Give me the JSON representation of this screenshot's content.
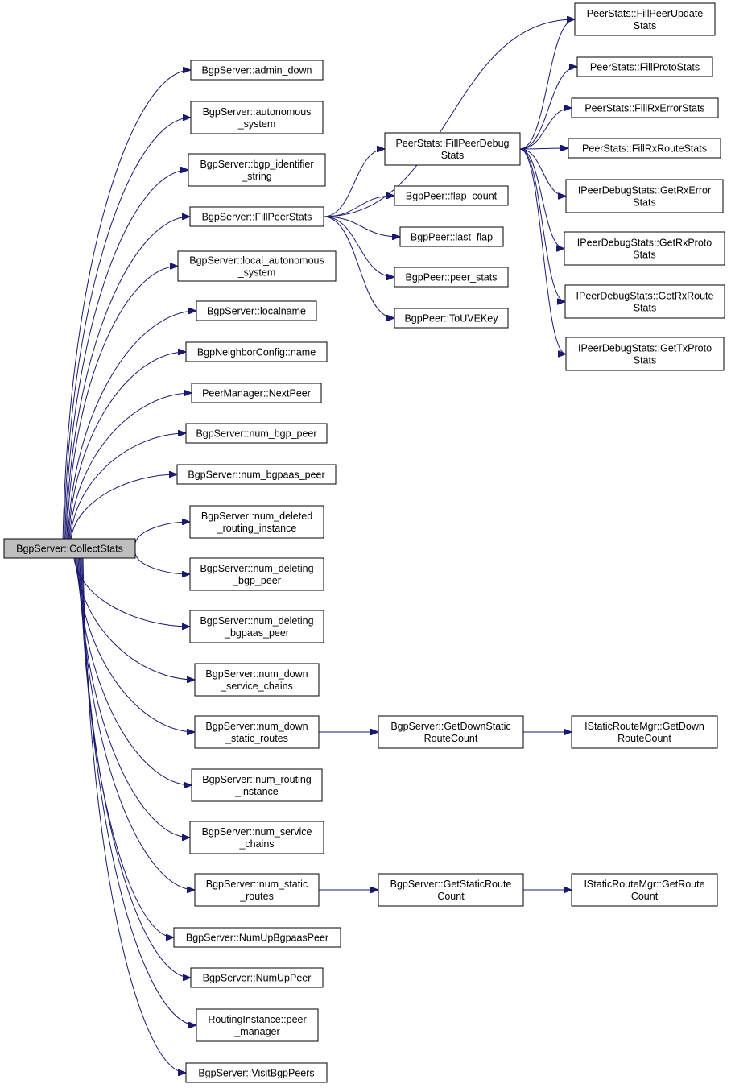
{
  "graph": {
    "root": "collect_stats",
    "nodes": [
      {
        "id": "collect_stats",
        "lines": [
          "BgpServer::CollectStats"
        ],
        "root": true
      },
      {
        "id": "admin_down",
        "lines": [
          "BgpServer::admin_down"
        ]
      },
      {
        "id": "autonomous_system",
        "lines": [
          "BgpServer::autonomous",
          "_system"
        ]
      },
      {
        "id": "bgp_identifier_string",
        "lines": [
          "BgpServer::bgp_identifier",
          "_string"
        ]
      },
      {
        "id": "fill_peer_stats",
        "lines": [
          "BgpServer::FillPeerStats"
        ]
      },
      {
        "id": "local_autonomous_system",
        "lines": [
          "BgpServer::local_autonomous",
          "_system"
        ]
      },
      {
        "id": "localname",
        "lines": [
          "BgpServer::localname"
        ]
      },
      {
        "id": "neighbor_name",
        "lines": [
          "BgpNeighborConfig::name"
        ]
      },
      {
        "id": "next_peer",
        "lines": [
          "PeerManager::NextPeer"
        ]
      },
      {
        "id": "num_bgp_peer",
        "lines": [
          "BgpServer::num_bgp_peer"
        ]
      },
      {
        "id": "num_bgpaas_peer",
        "lines": [
          "BgpServer::num_bgpaas_peer"
        ]
      },
      {
        "id": "num_deleted_routing_instance",
        "lines": [
          "BgpServer::num_deleted",
          "_routing_instance"
        ]
      },
      {
        "id": "num_deleting_bgp_peer",
        "lines": [
          "BgpServer::num_deleting",
          "_bgp_peer"
        ]
      },
      {
        "id": "num_deleting_bgpaas_peer",
        "lines": [
          "BgpServer::num_deleting",
          "_bgpaas_peer"
        ]
      },
      {
        "id": "num_down_service_chains",
        "lines": [
          "BgpServer::num_down",
          "_service_chains"
        ]
      },
      {
        "id": "num_down_static_routes",
        "lines": [
          "BgpServer::num_down",
          "_static_routes"
        ]
      },
      {
        "id": "num_routing_instance",
        "lines": [
          "BgpServer::num_routing",
          "_instance"
        ]
      },
      {
        "id": "num_service_chains",
        "lines": [
          "BgpServer::num_service",
          "_chains"
        ]
      },
      {
        "id": "num_static_routes",
        "lines": [
          "BgpServer::num_static",
          "_routes"
        ]
      },
      {
        "id": "num_up_bgpaas_peer",
        "lines": [
          "BgpServer::NumUpBgpaasPeer"
        ]
      },
      {
        "id": "num_up_peer",
        "lines": [
          "BgpServer::NumUpPeer"
        ]
      },
      {
        "id": "peer_manager",
        "lines": [
          "RoutingInstance::peer",
          "_manager"
        ]
      },
      {
        "id": "visit_bgp_peers",
        "lines": [
          "BgpServer::VisitBgpPeers"
        ]
      },
      {
        "id": "fill_peer_debug_stats",
        "lines": [
          "PeerStats::FillPeerDebug",
          "Stats"
        ]
      },
      {
        "id": "flap_count",
        "lines": [
          "BgpPeer::flap_count"
        ]
      },
      {
        "id": "last_flap",
        "lines": [
          "BgpPeer::last_flap"
        ]
      },
      {
        "id": "peer_stats",
        "lines": [
          "BgpPeer::peer_stats"
        ]
      },
      {
        "id": "to_uve_key",
        "lines": [
          "BgpPeer::ToUVEKey"
        ]
      },
      {
        "id": "fill_peer_update_stats",
        "lines": [
          "PeerStats::FillPeerUpdate",
          "Stats"
        ]
      },
      {
        "id": "fill_proto_stats",
        "lines": [
          "PeerStats::FillProtoStats"
        ]
      },
      {
        "id": "fill_rx_error_stats",
        "lines": [
          "PeerStats::FillRxErrorStats"
        ]
      },
      {
        "id": "fill_rx_route_stats",
        "lines": [
          "PeerStats::FillRxRouteStats"
        ]
      },
      {
        "id": "get_rx_error_stats",
        "lines": [
          "IPeerDebugStats::GetRxError",
          "Stats"
        ]
      },
      {
        "id": "get_rx_proto_stats",
        "lines": [
          "IPeerDebugStats::GetRxProto",
          "Stats"
        ]
      },
      {
        "id": "get_rx_route_stats",
        "lines": [
          "IPeerDebugStats::GetRxRoute",
          "Stats"
        ]
      },
      {
        "id": "get_tx_proto_stats",
        "lines": [
          "IPeerDebugStats::GetTxProto",
          "Stats"
        ]
      },
      {
        "id": "get_down_static_route_count",
        "lines": [
          "BgpServer::GetDownStatic",
          "RouteCount"
        ]
      },
      {
        "id": "get_static_route_count",
        "lines": [
          "BgpServer::GetStaticRoute",
          "Count"
        ]
      },
      {
        "id": "srm_get_down_route_count",
        "lines": [
          "IStaticRouteMgr::GetDown",
          "RouteCount"
        ]
      },
      {
        "id": "srm_get_route_count",
        "lines": [
          "IStaticRouteMgr::GetRoute",
          "Count"
        ]
      }
    ],
    "edges": [
      [
        "collect_stats",
        "admin_down"
      ],
      [
        "collect_stats",
        "autonomous_system"
      ],
      [
        "collect_stats",
        "bgp_identifier_string"
      ],
      [
        "collect_stats",
        "fill_peer_stats"
      ],
      [
        "collect_stats",
        "local_autonomous_system"
      ],
      [
        "collect_stats",
        "localname"
      ],
      [
        "collect_stats",
        "neighbor_name"
      ],
      [
        "collect_stats",
        "next_peer"
      ],
      [
        "collect_stats",
        "num_bgp_peer"
      ],
      [
        "collect_stats",
        "num_bgpaas_peer"
      ],
      [
        "collect_stats",
        "num_deleted_routing_instance"
      ],
      [
        "collect_stats",
        "num_deleting_bgp_peer"
      ],
      [
        "collect_stats",
        "num_deleting_bgpaas_peer"
      ],
      [
        "collect_stats",
        "num_down_service_chains"
      ],
      [
        "collect_stats",
        "num_down_static_routes"
      ],
      [
        "collect_stats",
        "num_routing_instance"
      ],
      [
        "collect_stats",
        "num_service_chains"
      ],
      [
        "collect_stats",
        "num_static_routes"
      ],
      [
        "collect_stats",
        "num_up_bgpaas_peer"
      ],
      [
        "collect_stats",
        "num_up_peer"
      ],
      [
        "collect_stats",
        "peer_manager"
      ],
      [
        "collect_stats",
        "visit_bgp_peers"
      ],
      [
        "fill_peer_stats",
        "fill_peer_debug_stats"
      ],
      [
        "fill_peer_stats",
        "fill_peer_update_stats"
      ],
      [
        "fill_peer_stats",
        "flap_count"
      ],
      [
        "fill_peer_stats",
        "last_flap"
      ],
      [
        "fill_peer_stats",
        "peer_stats"
      ],
      [
        "fill_peer_stats",
        "to_uve_key"
      ],
      [
        "fill_peer_debug_stats",
        "fill_peer_update_stats"
      ],
      [
        "fill_peer_debug_stats",
        "fill_proto_stats"
      ],
      [
        "fill_peer_debug_stats",
        "fill_rx_error_stats"
      ],
      [
        "fill_peer_debug_stats",
        "fill_rx_route_stats"
      ],
      [
        "fill_peer_debug_stats",
        "get_rx_error_stats"
      ],
      [
        "fill_peer_debug_stats",
        "get_rx_proto_stats"
      ],
      [
        "fill_peer_debug_stats",
        "get_rx_route_stats"
      ],
      [
        "fill_peer_debug_stats",
        "get_tx_proto_stats"
      ],
      [
        "num_down_static_routes",
        "get_down_static_route_count"
      ],
      [
        "get_down_static_route_count",
        "srm_get_down_route_count"
      ],
      [
        "num_static_routes",
        "get_static_route_count"
      ],
      [
        "get_static_route_count",
        "srm_get_route_count"
      ]
    ]
  },
  "colors": {
    "edge": "#191970",
    "node_border": "#000000",
    "node_fill": "#ffffff",
    "root_fill": "#bfbfbf"
  }
}
